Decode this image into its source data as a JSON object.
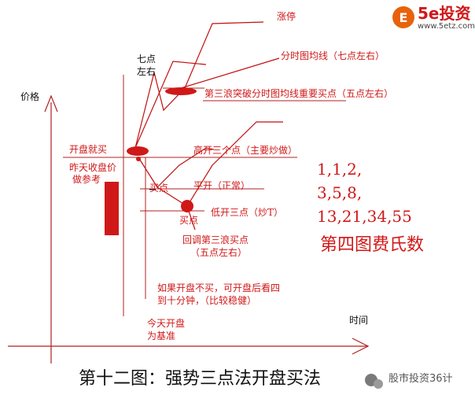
{
  "colors": {
    "red": "#d01818",
    "dark_red": "#c01010",
    "axis": "#b02020",
    "text": "#111111",
    "logo_orange": "#e8620c"
  },
  "logo": {
    "brand": "5e投资",
    "url": "www.5etz.com"
  },
  "axis": {
    "y_label": "价格",
    "x_label": "时间"
  },
  "annotations": {
    "limit_up": "涨停",
    "avg_line": "分时图均线（七点左右）",
    "seven_points_1": "七点",
    "seven_points_2": "左右",
    "third_wave_breakout": "第三浪突破分时图均线重要买点（五点左右）",
    "open_buy": "开盘就买",
    "high_open": "高开三个点（主要炒做）",
    "prev_close_1": "昨天收盘价",
    "prev_close_2": "做参考",
    "buy_point_1": "买点",
    "flat_open": "平开（正常）",
    "buy_point_2": "买点",
    "low_open": "低开三点（炒T）",
    "pullback_1": "回调第三浪买点",
    "pullback_2": "（五点左右）",
    "note_1": "如果开盘不买，可开盘后看四",
    "note_2": "到十分钟，（比较稳健）",
    "today_open_1": "今天开盘",
    "today_open_2": "为基准"
  },
  "fibonacci": {
    "line1": "1,1,2,",
    "line2": "3,5,8,",
    "line3": "13,21,34,55",
    "title": "第四图费氏数"
  },
  "caption": "第十二图：强势三点法开盘买法",
  "watermark": "股市投资36计"
}
